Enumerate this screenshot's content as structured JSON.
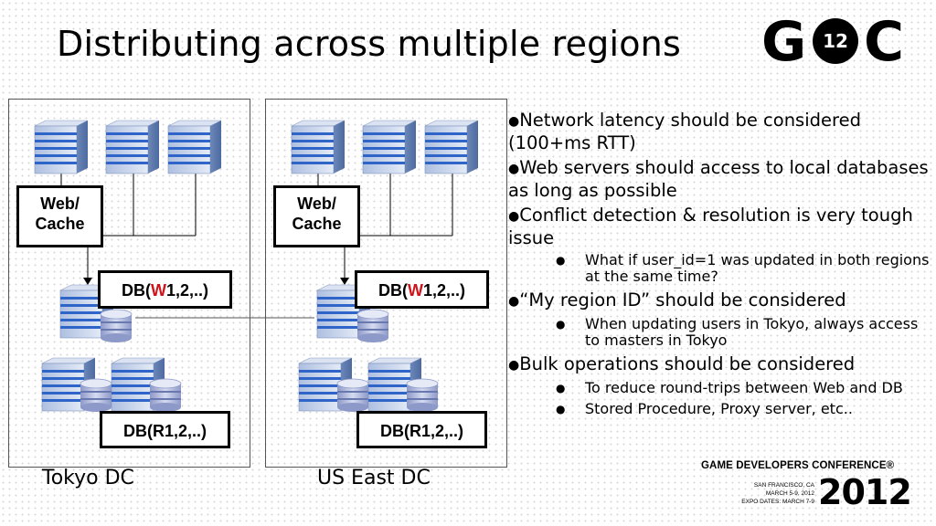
{
  "slide": {
    "title": "Distributing across multiple regions"
  },
  "logo": {
    "g": "G",
    "o": "12",
    "c": "C"
  },
  "regions": [
    {
      "name": "Tokyo DC",
      "web_label_1": "Web/",
      "web_label_2": "Cache",
      "db_master_prefix": "DB(",
      "db_master_w": "W",
      "db_master_suffix": "1,2,..)",
      "db_slave": "DB(R1,2,..)"
    },
    {
      "name": "US East DC",
      "web_label_1": "Web/",
      "web_label_2": "Cache",
      "db_master_prefix": "DB(",
      "db_master_w": "W",
      "db_master_suffix": "1,2,..)",
      "db_slave": "DB(R1,2,..)"
    }
  ],
  "bullets": [
    {
      "text": "Network latency should be considered (100+ms RTT)",
      "sub": []
    },
    {
      "text": "Web servers should access to local databases as long as possible",
      "sub": []
    },
    {
      "text": "Conflict detection & resolution is very tough issue",
      "sub": [
        "What if user_id=1 was updated in both regions at the same time?"
      ]
    },
    {
      "text": "“My region ID” should be considered",
      "sub": [
        "When updating users in Tokyo, always access to masters in Tokyo"
      ]
    },
    {
      "text": "Bulk operations should be considered",
      "sub": [
        "To reduce round-trips between Web and DB",
        "Stored Procedure, Proxy server, etc.."
      ]
    }
  ],
  "bullet_glyph": "●",
  "sub_bullet_glyph": "●",
  "footer": {
    "conference": "GAME DEVELOPERS CONFERENCE®",
    "location": "SAN FRANCISCO, CA",
    "dates": "MARCH 5-9, 2012",
    "expo": "EXPO DATES: MARCH 7-9",
    "year": "2012"
  },
  "colors": {
    "server_top": "#c8d3e8",
    "server_stripe": "#2f64c8",
    "server_side": "#6c87b8",
    "disk": "#aeb8dc",
    "write_highlight": "#d0141c"
  }
}
